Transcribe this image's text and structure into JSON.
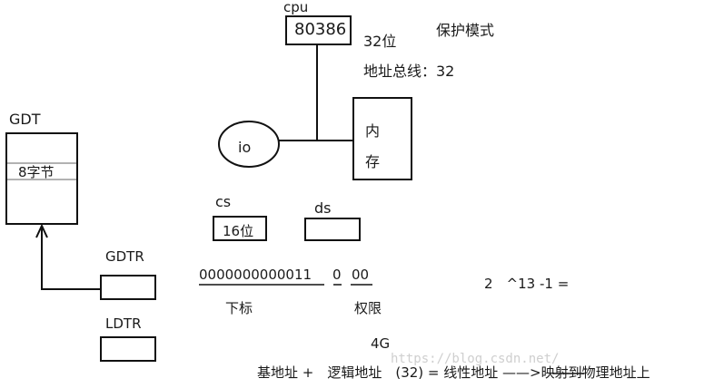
{
  "cpu": {
    "label": "cpu",
    "model": "80386",
    "bits": "32位",
    "mode": "保护模式",
    "address_bus": "地址总线：32"
  },
  "io": {
    "label": "io"
  },
  "memory": {
    "line1": "内",
    "line2": "存"
  },
  "gdt": {
    "label": "GDT",
    "entry": "8字节"
  },
  "gdtr": {
    "label": "GDTR"
  },
  "ldtr": {
    "label": "LDTR"
  },
  "cs": {
    "label": "cs",
    "size": "16位"
  },
  "ds": {
    "label": "ds"
  },
  "selector": {
    "index_bits": "0000000000011",
    "ti_bit": "0",
    "rpl_bits": "00",
    "index_label": "下标",
    "rpl_label": "权限"
  },
  "formula": {
    "text": "2　^13 -1 ="
  },
  "space": {
    "text": "4G"
  },
  "address_line": {
    "text": "基地址 +　逻辑地址　(32) = 线性地址 ——>映射到物理地址上"
  }
}
